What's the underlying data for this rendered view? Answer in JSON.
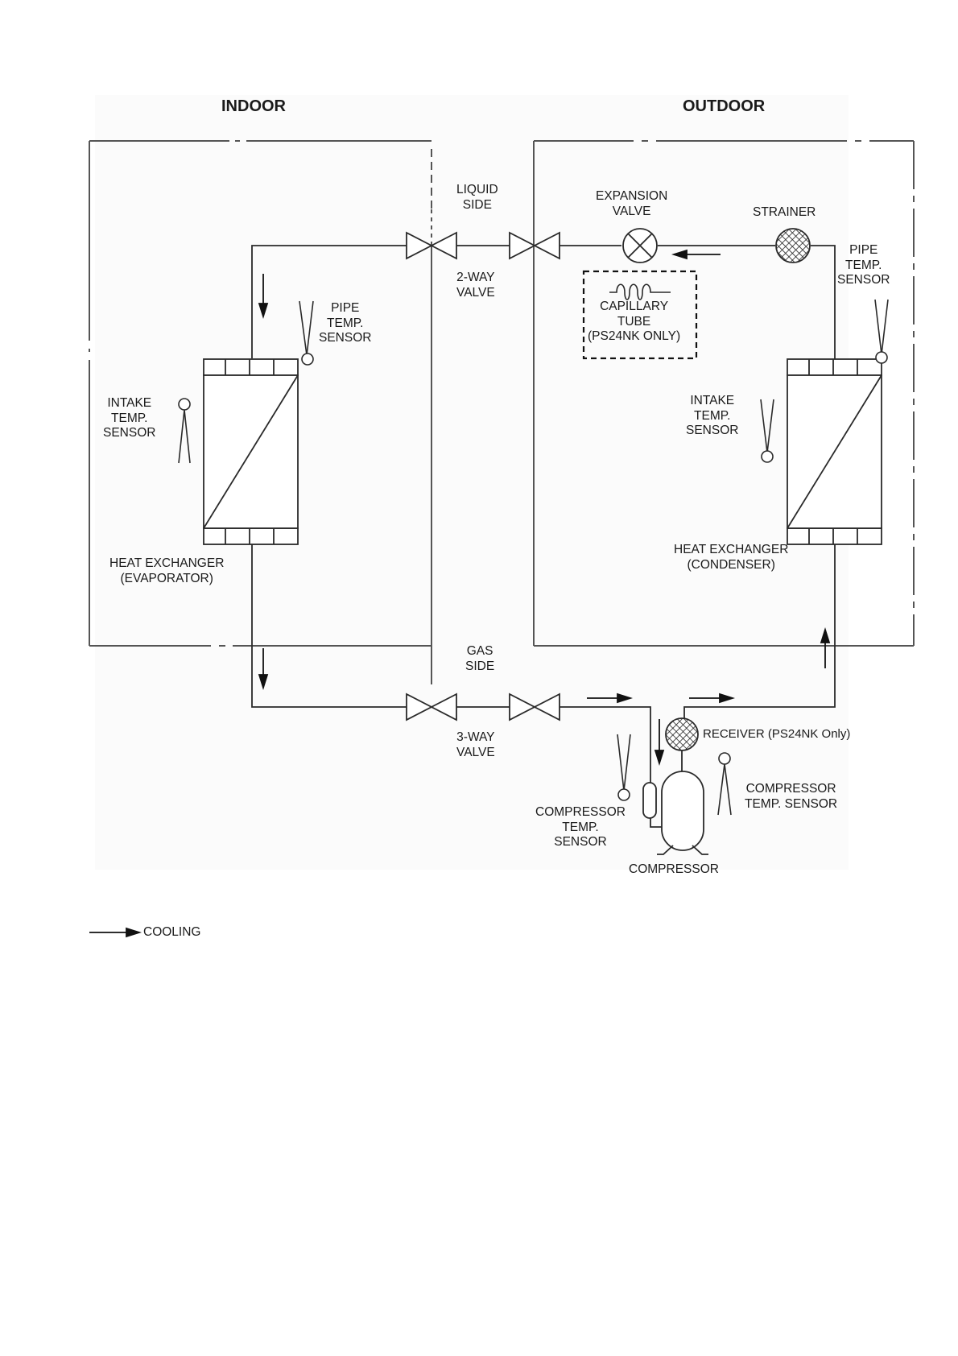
{
  "sections": {
    "indoor_title": "INDOOR",
    "outdoor_title": "OUTDOOR"
  },
  "labels": {
    "liquid_side": "LIQUID\nSIDE",
    "two_way_valve": "2-WAY\nVALVE",
    "gas_side": "GAS\nSIDE",
    "three_way_valve": "3-WAY\nVALVE",
    "expansion_valve": "EXPANSION\nVALVE",
    "strainer": "STRAINER",
    "capillary_tube": "CAPILLARY\nTUBE\n(PS24NK ONLY)",
    "indoor_pipe_sensor": "PIPE\nTEMP.\nSENSOR",
    "indoor_intake_sensor": "INTAKE\nTEMP.\nSENSOR",
    "evaporator": "HEAT EXCHANGER\n(EVAPORATOR)",
    "outdoor_pipe_sensor": "PIPE\nTEMP.\nSENSOR",
    "outdoor_intake_sensor": "INTAKE\nTEMP.\nSENSOR",
    "condenser": "HEAT EXCHANGER\n(CONDENSER)",
    "receiver": "RECEIVER (PS24NK Only)",
    "compressor_sensor_left": "COMPRESSOR\nTEMP.\nSENSOR",
    "compressor_sensor_right": "COMPRESSOR\nTEMP. SENSOR",
    "compressor": "COMPRESSOR"
  },
  "legend": {
    "cooling": "COOLING",
    "icon": "arrow-right-icon"
  },
  "colors": {
    "line": "#2a2a2a",
    "text": "#1a1a1a",
    "box": "#555555"
  }
}
